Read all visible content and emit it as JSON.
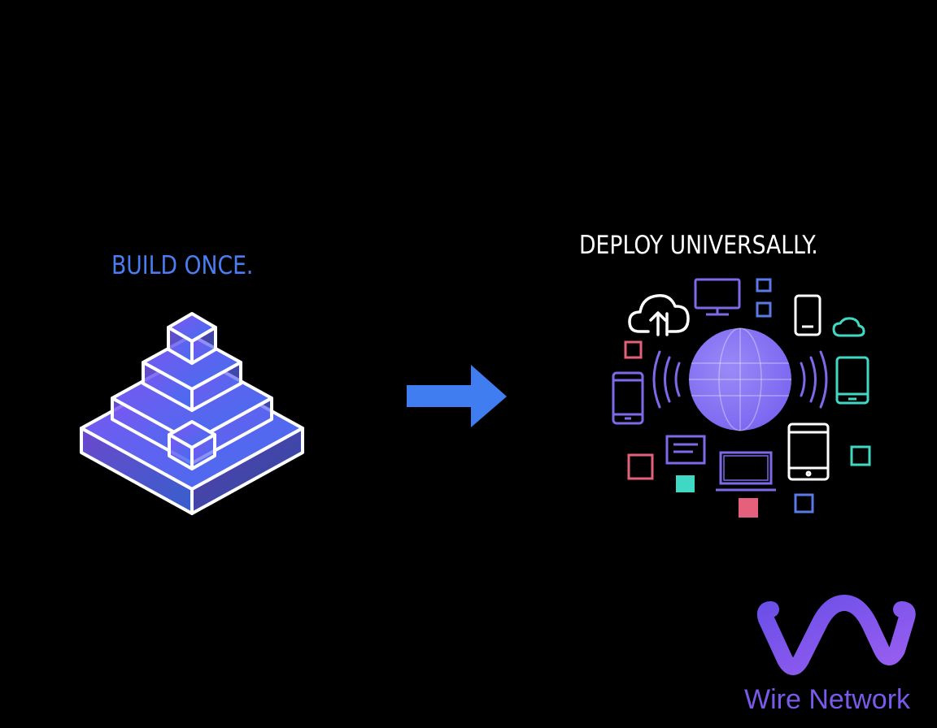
{
  "colors": {
    "background": "#000000",
    "build_text": "#4a7cf2",
    "deploy_text": "#ffffff",
    "arrow": "#3f7df0",
    "pyramid_fill_start": "#7f55f0",
    "pyramid_fill_end": "#3f70ef",
    "outline": "#ffffff",
    "globe": "#7a66f0",
    "device_purple": "#7d6ae8",
    "device_blue": "#5a7ae8",
    "device_teal": "#3fd9c3",
    "device_pink": "#e5607a",
    "logo_start": "#6a4fe8",
    "logo_end": "#9a5ef0",
    "brand_text": "#7a5ae8"
  },
  "left_panel": {
    "heading": "BUILD ONCE.",
    "icon": "stacked-pyramid-icon"
  },
  "center": {
    "icon": "arrow-right-icon"
  },
  "right_panel": {
    "heading": "DEPLOY UNIVERSALLY.",
    "icons": [
      "globe-icon",
      "cloud-upload-icon",
      "monitor-icon",
      "smartphone-icon",
      "cloud-icon",
      "tablet-icon",
      "laptop-icon",
      "window-icon",
      "signal-wave-icon"
    ]
  },
  "brand": {
    "logo_icon": "wire-network-logo-icon",
    "name": "Wire Network"
  }
}
